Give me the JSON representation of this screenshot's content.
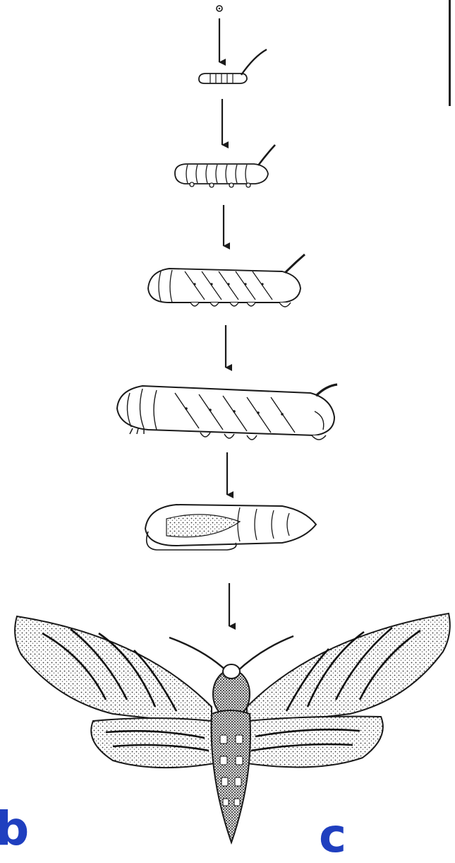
{
  "labels": {
    "left": "b",
    "right": "c"
  },
  "colors": {
    "label": "#1f3fbf",
    "ink": "#1a1a1a",
    "paper": "#ffffff"
  },
  "stages": [
    "egg",
    "larva-instar-1",
    "larva-instar-2",
    "larva-instar-3",
    "larva-instar-4",
    "pupa",
    "adult-moth"
  ]
}
